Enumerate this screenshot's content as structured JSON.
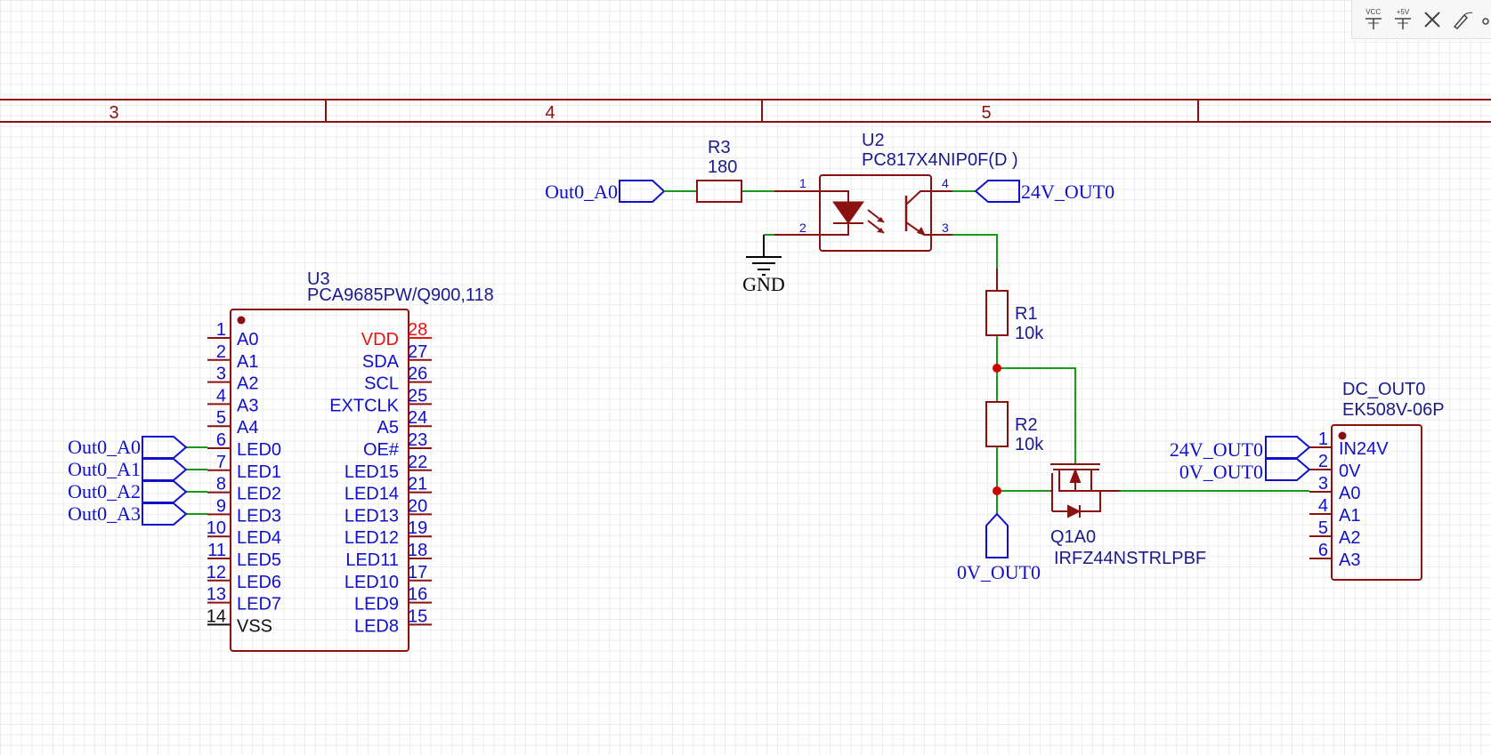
{
  "toolbar": {
    "vcc_label": "VCC",
    "plus5v_label": "+5V",
    "tools": [
      "vcc-power-tool",
      "plus5v-power-tool",
      "no-connect-tool",
      "wire-tool",
      "junction-tool"
    ]
  },
  "frame": {
    "columns": [
      "3",
      "4",
      "5"
    ]
  },
  "colors": {
    "wire": "#179a17",
    "component": "#8b1010",
    "label": "#1010cc",
    "pin_power": "#ee1111",
    "junction": "#d00000",
    "grid": "#ececec"
  },
  "u3": {
    "designator": "U3",
    "part": "PCA9685PW/Q900,118",
    "left_pins": [
      {
        "num": "1",
        "name": "A0"
      },
      {
        "num": "2",
        "name": "A1"
      },
      {
        "num": "3",
        "name": "A2"
      },
      {
        "num": "4",
        "name": "A3"
      },
      {
        "num": "5",
        "name": "A4"
      },
      {
        "num": "6",
        "name": "LED0"
      },
      {
        "num": "7",
        "name": "LED1"
      },
      {
        "num": "8",
        "name": "LED2"
      },
      {
        "num": "9",
        "name": "LED3"
      },
      {
        "num": "10",
        "name": "LED4"
      },
      {
        "num": "11",
        "name": "LED5"
      },
      {
        "num": "12",
        "name": "LED6"
      },
      {
        "num": "13",
        "name": "LED7"
      },
      {
        "num": "14",
        "name": "VSS"
      }
    ],
    "right_pins": [
      {
        "num": "28",
        "name": "VDD"
      },
      {
        "num": "27",
        "name": "SDA"
      },
      {
        "num": "26",
        "name": "SCL"
      },
      {
        "num": "25",
        "name": "EXTCLK"
      },
      {
        "num": "24",
        "name": "A5"
      },
      {
        "num": "23",
        "name": "OE#"
      },
      {
        "num": "22",
        "name": "LED15"
      },
      {
        "num": "21",
        "name": "LED14"
      },
      {
        "num": "20",
        "name": "LED13"
      },
      {
        "num": "19",
        "name": "LED12"
      },
      {
        "num": "18",
        "name": "LED11"
      },
      {
        "num": "17",
        "name": "LED10"
      },
      {
        "num": "16",
        "name": "LED9"
      },
      {
        "num": "15",
        "name": "LED8"
      }
    ],
    "net_labels": [
      "Out0_A0",
      "Out0_A1",
      "Out0_A2",
      "Out0_A3"
    ]
  },
  "r3": {
    "designator": "R3",
    "value": "180"
  },
  "u2": {
    "designator": "U2",
    "part": "PC817X4NIP0F(D )",
    "pins": [
      "1",
      "2",
      "3",
      "4"
    ]
  },
  "gnd": {
    "label": "GND"
  },
  "net_out0_a0": {
    "label": "Out0_A0"
  },
  "net_24v_top": {
    "label": "24V_OUT0"
  },
  "r1": {
    "designator": "R1",
    "value": "10k"
  },
  "r2": {
    "designator": "R2",
    "value": "10k"
  },
  "q1": {
    "designator": "Q1A0",
    "part": "IRFZ44NSTRLPBF"
  },
  "net_0v_bottom": {
    "label": "0V_OUT0"
  },
  "dc_out": {
    "designator": "DC_OUT0",
    "part": "EK508V-06P",
    "pins": [
      {
        "num": "1",
        "name": "IN24V"
      },
      {
        "num": "2",
        "name": "0V"
      },
      {
        "num": "3",
        "name": "A0"
      },
      {
        "num": "4",
        "name": "A1"
      },
      {
        "num": "5",
        "name": "A2"
      },
      {
        "num": "6",
        "name": "A3"
      }
    ],
    "net_labels": [
      "24V_OUT0",
      "0V_OUT0"
    ]
  }
}
